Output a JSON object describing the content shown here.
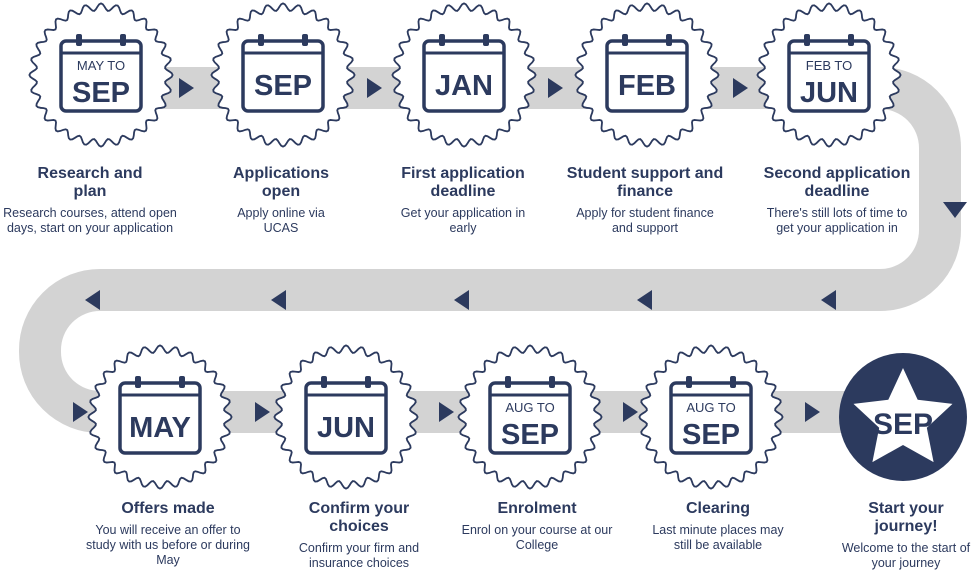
{
  "colors": {
    "navy": "#2c3a5e",
    "track": "#d3d3d3",
    "badge_fill": "#ffffff"
  },
  "stages": [
    {
      "month_top": "MAY TO",
      "month": "SEP",
      "title": "Research and plan",
      "description": "Research courses, attend open days, start on your application",
      "icon": "calendar-icon"
    },
    {
      "month_top": "",
      "month": "SEP",
      "title": "Applications open",
      "description": "Apply online via UCAS",
      "icon": "calendar-icon"
    },
    {
      "month_top": "",
      "month": "JAN",
      "title": "First application deadline",
      "description": "Get your application in early",
      "icon": "calendar-icon"
    },
    {
      "month_top": "",
      "month": "FEB",
      "title": "Student support and finance",
      "description": "Apply for student finance and support",
      "icon": "calendar-icon"
    },
    {
      "month_top": "FEB TO",
      "month": "JUN",
      "title": "Second application deadline",
      "description": "There's still lots of time to get your application in",
      "icon": "calendar-icon"
    },
    {
      "month_top": "",
      "month": "MAY",
      "title": "Offers made",
      "description": "You will receive an offer to study with us before or during May",
      "icon": "calendar-icon"
    },
    {
      "month_top": "",
      "month": "JUN",
      "title": "Confirm your choices",
      "description": "Confirm your firm and insurance choices",
      "icon": "calendar-icon"
    },
    {
      "month_top": "AUG TO",
      "month": "SEP",
      "title": "Enrolment",
      "description": "Enrol on your course at our College",
      "icon": "calendar-icon"
    },
    {
      "month_top": "AUG TO",
      "month": "SEP",
      "title": "Clearing",
      "description": "Last minute places may still be available",
      "icon": "calendar-icon"
    },
    {
      "month_top": "",
      "month": "SEP",
      "title": "Start your journey!",
      "description": "Welcome to the start of your journey",
      "icon": "star-icon"
    }
  ]
}
